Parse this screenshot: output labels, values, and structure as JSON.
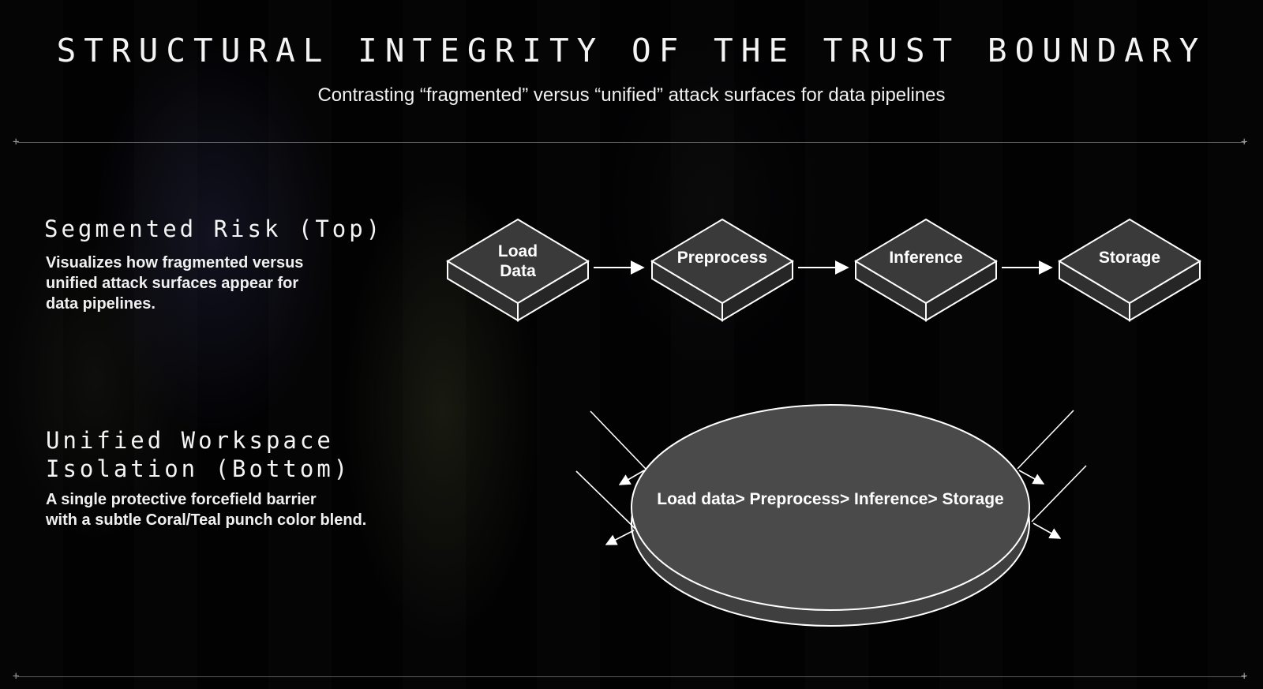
{
  "header": {
    "title": "STRUCTURAL INTEGRITY OF THE TRUST BOUNDARY",
    "subtitle": "Contrasting “fragmented” versus “unified” attack surfaces for data pipelines"
  },
  "segmented": {
    "heading": "Segmented Risk (Top)",
    "description_lines": [
      "Visualizes how fragmented versus",
      "unified attack surfaces appear for",
      "data pipelines."
    ],
    "stages": [
      {
        "label_lines": [
          "Load",
          "Data"
        ]
      },
      {
        "label_lines": [
          "Preprocess"
        ]
      },
      {
        "label_lines": [
          "Inference"
        ]
      },
      {
        "label_lines": [
          "Storage"
        ]
      }
    ]
  },
  "unified": {
    "heading_lines": [
      "Unified Workspace",
      "Isolation (Bottom)"
    ],
    "description_lines": [
      "A single protective forcefield barrier",
      "with a subtle Coral/Teal punch color blend."
    ],
    "barrier_label": "Load data> Preprocess> Inference> Storage"
  },
  "colors": {
    "background": "#020203",
    "node_fill": "#3a3a3a",
    "barrier_fill": "#4a4a4a",
    "stroke": "#ffffff",
    "text": "#ffffff"
  }
}
